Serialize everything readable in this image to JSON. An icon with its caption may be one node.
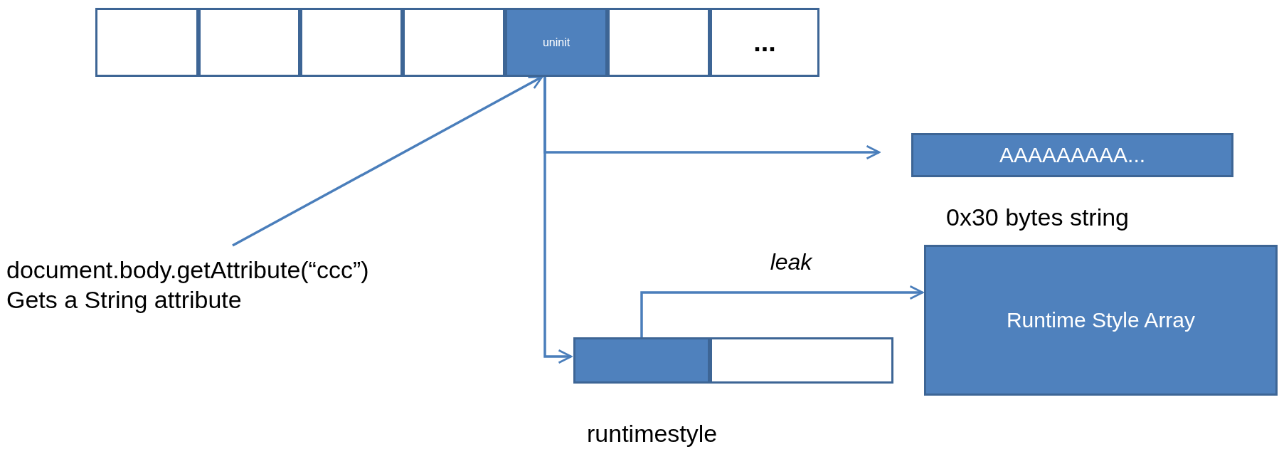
{
  "diagram": {
    "nodes": [
      {
        "text": [],
        "shape": "box"
      },
      {
        "text": [],
        "shape": "box"
      },
      {
        "text": [],
        "shape": "box"
      },
      {
        "text": [],
        "shape": "box"
      },
      {
        "text": [
          "uninit"
        ]
      },
      {
        "text": [],
        "shape": "box"
      },
      {
        "text": [
          "..."
        ]
      },
      {
        "text": [
          "AAAAAAAAA..."
        ]
      },
      {
        "text": [
          "document.body.getAttribute(“ccc”)",
          "Gets a String attribute"
        ]
      },
      {
        "text": [
          "Runtime Style Array"
        ]
      },
      {
        "text": [],
        "shape": "box",
        "beside": [
          "runtimestyle"
        ]
      },
      {
        "text": [],
        "shape": "box",
        "in": 10
      },
      {
        "text": [],
        "shape": "box",
        "in": 10
      }
    ],
    "edges": [
      {
        "from": 8,
        "to": 4,
        "arrow": "to"
      },
      {
        "from": 4,
        "to": 7,
        "arrow": "to"
      },
      {
        "from": 4,
        "to": 11,
        "arrow": "to"
      },
      {
        "from": 11,
        "to": 9,
        "label": "leak",
        "arrow": "to"
      }
    ],
    "labels": [
      "0x30 bytes string"
    ]
  }
}
